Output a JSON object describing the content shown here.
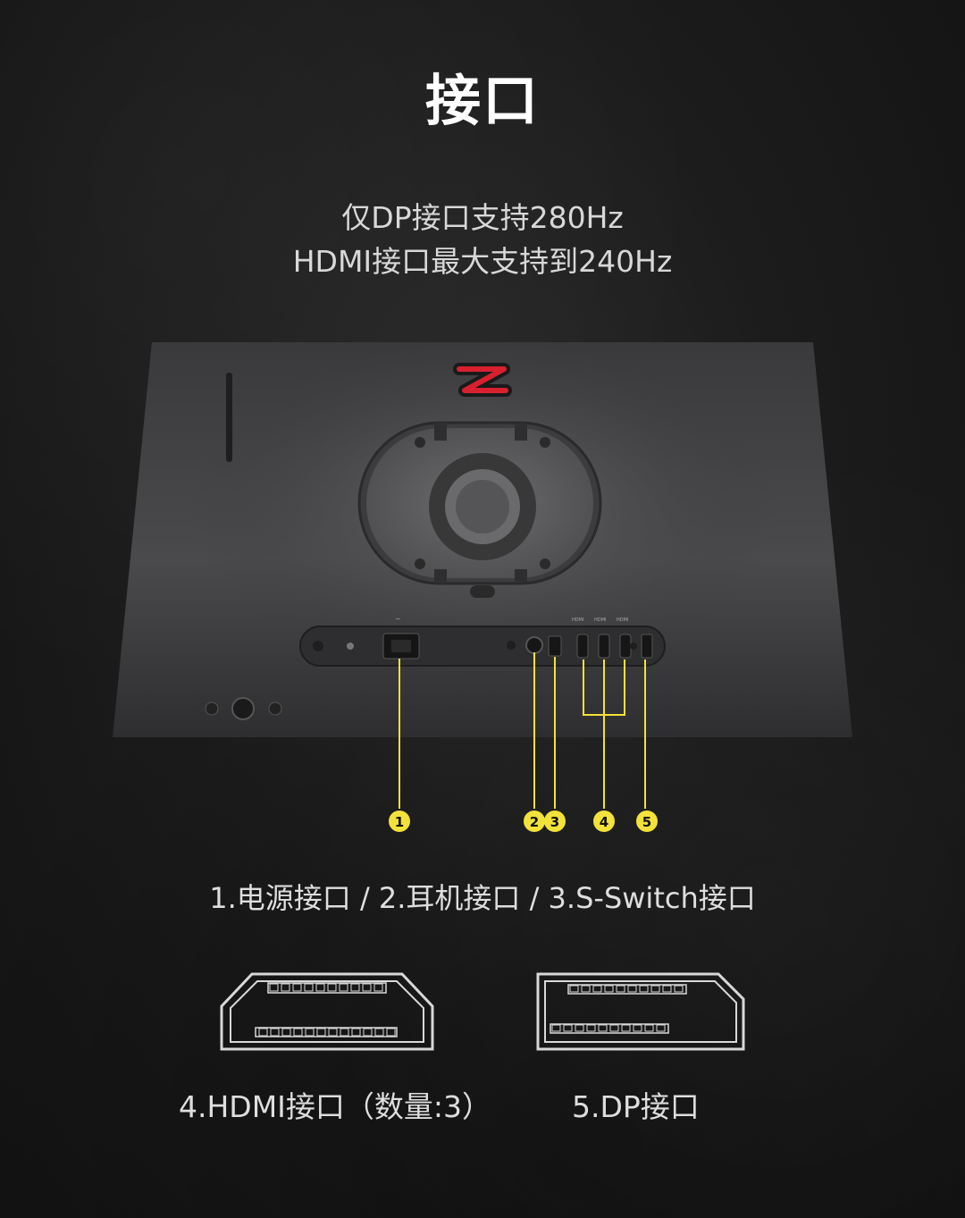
{
  "title": "接口",
  "subtitle": {
    "line1": "仅DP接口支持280Hz",
    "line2": "HDMI接口最大支持到240Hz"
  },
  "markers": [
    "1",
    "2",
    "3",
    "4",
    "5"
  ],
  "port_labels": {
    "hdmi_tiny": "HDMI"
  },
  "captions": {
    "ports_line": "1.电源接口 / 2.耳机接口 / 3.S-Switch接口",
    "hdmi": "4.HDMI接口（数量:3）",
    "dp": "5.DP接口"
  },
  "colors": {
    "marker": "#f2e23a",
    "brand_logo": "#d8202f",
    "background": "#1a1a1a"
  },
  "icons": [
    "power-port-icon",
    "headphone-port-icon",
    "s-switch-port-icon",
    "hdmi-port-icon",
    "dp-port-icon",
    "zowie-logo-icon"
  ]
}
